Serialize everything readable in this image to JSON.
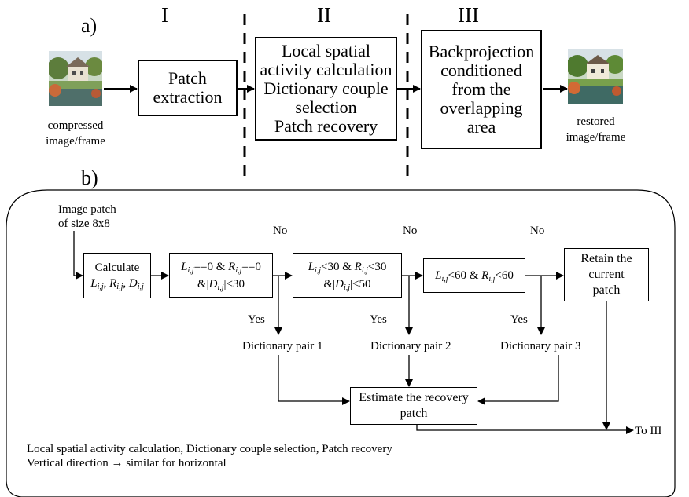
{
  "part_a": {
    "label": "a)",
    "stage_numbers": [
      "I",
      "II",
      "III"
    ],
    "input_caption": "compressed\nimage/frame",
    "output_caption": "restored\nimage/frame",
    "stage1_text": "Patch\nextraction",
    "stage2_text": "Local spatial\nactivity calculation\nDictionary couple\nselection\nPatch recovery",
    "stage3_text": "Backprojection\nconditioned\nfrom the\noverlapping\narea"
  },
  "part_b": {
    "label": "b)",
    "input_label": "Image patch\nof size 8x8",
    "calculate_label": "Calculate",
    "no_labels": [
      "No",
      "No",
      "No"
    ],
    "yes_labels": [
      "Yes",
      "Yes",
      "Yes"
    ],
    "dictionary_pairs": [
      "Dictionary pair 1",
      "Dictionary pair 2",
      "Dictionary pair 3"
    ],
    "retain_text": "Retain the\ncurrent\npatch",
    "estimate_text": "Estimate the recovery\npatch",
    "to_label": "To III",
    "footer_line1": "Local spatial activity calculation, Dictionary couple selection, Patch recovery",
    "footer_line2": "Vertical direction → similar for horizontal",
    "cond1_thr": "30",
    "cond2_thr1": "30",
    "cond2_thr2": "30",
    "cond2_thr3": "50",
    "cond3_thr1": "60",
    "cond3_thr2": "60"
  }
}
